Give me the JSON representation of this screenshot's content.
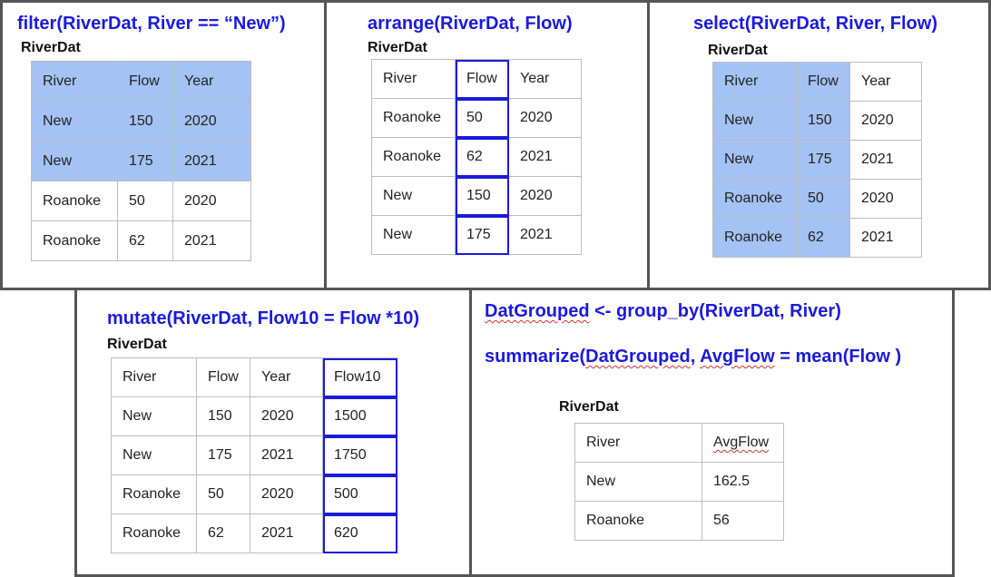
{
  "panels": {
    "filter": {
      "code": "filter(RiverDat, River == “New”)",
      "table_name": "RiverDat",
      "rows": [
        [
          "River",
          "Flow",
          "Year"
        ],
        [
          "New",
          "150",
          "2020"
        ],
        [
          "New",
          "175",
          "2021"
        ],
        [
          "Roanoke",
          "50",
          "2020"
        ],
        [
          "Roanoke",
          "62",
          "2021"
        ]
      ],
      "highlighted_rows": [
        0,
        1,
        2
      ]
    },
    "arrange": {
      "code": "arrange(RiverDat, Flow)",
      "table_name": "RiverDat",
      "rows": [
        [
          "River",
          "Flow",
          "Year"
        ],
        [
          "Roanoke",
          "50",
          "2020"
        ],
        [
          "Roanoke",
          "62",
          "2021"
        ],
        [
          "New",
          "150",
          "2020"
        ],
        [
          "New",
          "175",
          "2021"
        ]
      ],
      "boxed_column": 1
    },
    "select": {
      "code": "select(RiverDat, River, Flow)",
      "table_name": "RiverDat",
      "rows": [
        [
          "River",
          "Flow",
          "Year"
        ],
        [
          "New",
          "150",
          "2020"
        ],
        [
          "New",
          "175",
          "2021"
        ],
        [
          "Roanoke",
          "50",
          "2020"
        ],
        [
          "Roanoke",
          "62",
          "2021"
        ]
      ],
      "highlighted_columns": [
        0,
        1
      ]
    },
    "mutate": {
      "code": "mutate(RiverDat, Flow10 = Flow *10)",
      "table_name": "RiverDat",
      "rows": [
        [
          "River",
          "Flow",
          "Year",
          "Flow10"
        ],
        [
          "New",
          "150",
          "2020",
          "1500"
        ],
        [
          "New",
          "175",
          "2021",
          "1750"
        ],
        [
          "Roanoke",
          "50",
          "2020",
          "500"
        ],
        [
          "Roanoke",
          "62",
          "2021",
          "620"
        ]
      ],
      "boxed_column": 3
    },
    "summarize": {
      "code_group_a": "DatGrouped",
      "code_group_b": " <- group_by(RiverDat, River)",
      "code_sum_a": "summarize(",
      "code_sum_b": "DatGrouped",
      "code_sum_c": ", ",
      "code_sum_d": "AvgFlow",
      "code_sum_e": " = mean(Flow )",
      "table_name": "RiverDat",
      "rows": [
        [
          "River",
          "AvgFlow"
        ],
        [
          "New",
          "162.5"
        ],
        [
          "Roanoke",
          "56"
        ]
      ]
    }
  },
  "colors": {
    "code_text": "#1a1adb",
    "highlight": "#a4c2f4",
    "panel_border": "#555555",
    "cell_border": "#bdbdbd"
  }
}
